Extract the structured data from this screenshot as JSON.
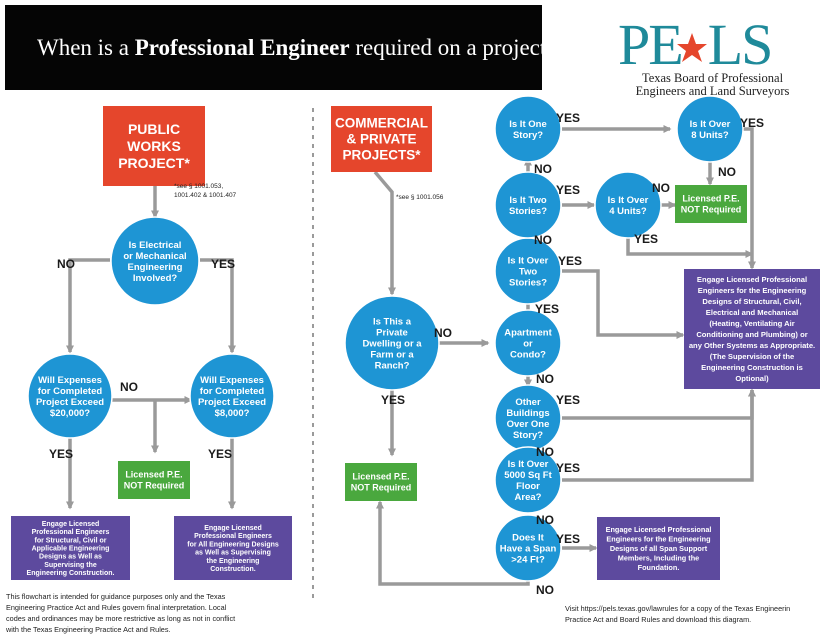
{
  "header": {
    "title_pre": "When is a ",
    "title_bold": "Professional Engineer",
    "title_post": " required on a project?",
    "logo_left": "PE",
    "logo_right": "LS",
    "logo_caption_1": "Texas Board of Professional",
    "logo_caption_2": "Engineers and Land Surveyors"
  },
  "colors": {
    "red": "#e5462c",
    "blue": "#1e95d4",
    "green": "#4aa83e",
    "purple": "#5d4a9e",
    "arrow": "#9a9a9a",
    "teal": "#1f8a9a"
  },
  "public": {
    "start": [
      "PUBLIC",
      "WORKS",
      "PROJECT*"
    ],
    "note": [
      "*see § 1001.053,",
      "1001.402 & 1001.407"
    ],
    "q_elec": [
      "Is Electrical",
      "or Mechanical",
      "Engineering",
      "Involved?"
    ],
    "q_20k": [
      "Will Expenses",
      "for Completed",
      "Project Exceed",
      "$20,000?"
    ],
    "q_8k": [
      "Will Expenses",
      "for Completed",
      "Project Exceed",
      "$8,000?"
    ],
    "not_required": [
      "Licensed P.E.",
      "NOT Required"
    ],
    "engage_left": [
      "Engage Licensed",
      "Professional Engineers",
      "for Structural, Civil or",
      "Applicable Engineering",
      "Designs as Well as",
      "Supervising the",
      "Engineering Construction."
    ],
    "engage_right": [
      "Engage Licensed",
      "Professional Engineers",
      "for All Engineering Designs",
      "as Well as Supervising",
      "the Engineering",
      "Construction."
    ]
  },
  "commercial": {
    "start": [
      "COMMERCIAL",
      "& PRIVATE",
      "PROJECTS*"
    ],
    "note": "*see § 1001.056",
    "q_private": [
      "Is This a",
      "Private",
      "Dwelling or a",
      "Farm or a",
      "Ranch?"
    ],
    "not_required_bottom": [
      "Licensed P.E.",
      "NOT Required"
    ],
    "q_apartment": [
      "Apartment",
      "or",
      "Condo?"
    ],
    "q_over_two": [
      "Is It Over",
      "Two",
      "Stories?"
    ],
    "q_two": [
      "Is It Two",
      "Stories?"
    ],
    "q_one": [
      "Is It One",
      "Story?"
    ],
    "q_over_4": [
      "Is It Over",
      "4 Units?"
    ],
    "q_over_8": [
      "Is It Over",
      "8 Units?"
    ],
    "not_required_top": [
      "Licensed P.E.",
      "NOT Required"
    ],
    "engage_big": [
      "Engage Licensed Professional",
      "Engineers for the Engineering",
      "Designs of Structural, Civil,",
      "Electrical and Mechanical",
      "(Heating, Ventilating Air",
      "Conditioning and Plumbing) or",
      "any Other Systems as Appropriate.",
      "(The Supervision of the",
      "Engineering Construction is",
      "Optional)"
    ],
    "q_other": [
      "Other",
      "Buildings",
      "Over One",
      "Story?"
    ],
    "q_5000": [
      "Is It Over",
      "5000 Sq Ft",
      "Floor",
      "Area?"
    ],
    "q_span": [
      "Does It",
      "Have a Span",
      ">24 Ft?"
    ],
    "engage_span": [
      "Engage Licensed Professional",
      "Engineers for the Engineering",
      "Designs of all Span Support",
      "Members, Including the",
      "Foundation."
    ]
  },
  "labels": {
    "yes": "YES",
    "no": "NO"
  },
  "footer": {
    "left": [
      "This flowchart is intended for guidance purposes only and the Texas",
      "Engineering Practice Act and Rules govern final interpretation. Local",
      "codes and ordinances may be more restrictive as long as not in conflict",
      "with the Texas Engineering Practice Act and Rules."
    ],
    "right": [
      "Visit https://pels.texas.gov/lawrules for a copy of the Texas Engineerin",
      "Practice Act and Board Rules and download this diagram."
    ]
  }
}
